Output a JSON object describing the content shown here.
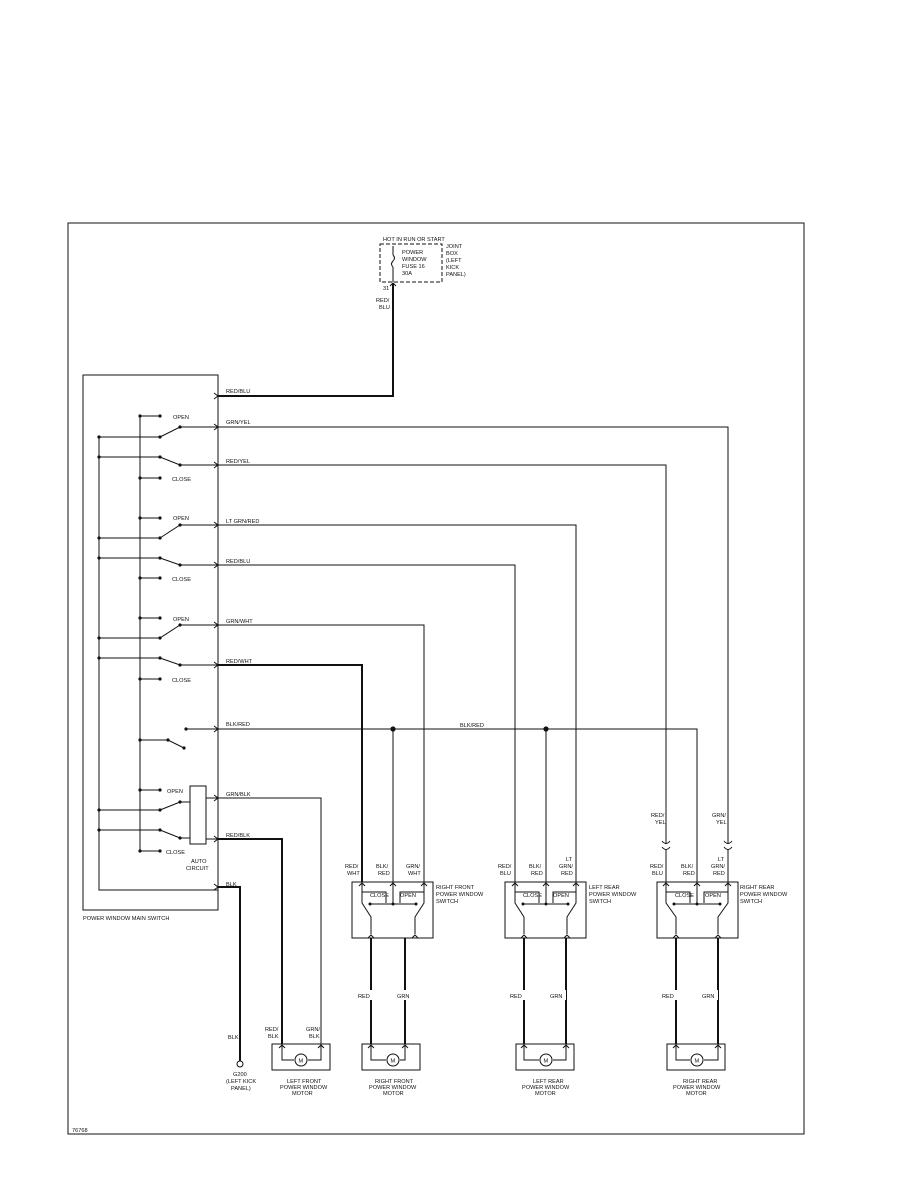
{
  "figure_id": "76768",
  "fuse": {
    "supply": "HOT IN RUN OR START",
    "label": [
      "POWER",
      "WINDOW",
      "FUSE 16",
      "30A"
    ],
    "location": [
      "JOINT",
      "BOX",
      "(LEFT",
      "KICK",
      "PANEL)"
    ],
    "pin": "31"
  },
  "supply_wire": [
    "RED/",
    "BLU"
  ],
  "main_switch": {
    "name": "POWER WINDOW MAIN SWITCH",
    "auto_circuit": [
      "AUTO",
      "CIRCUIT"
    ],
    "contacts": {
      "open": "OPEN",
      "close": "CLOSE"
    },
    "wires": [
      "RED/BLU",
      "GRN/YEL",
      "RED/YEL",
      "LT GRN/RED",
      "RED/BLU",
      "GRN/WHT",
      "RED/WHT",
      "BLK/RED",
      "GRN/BLK",
      "RED/BLK",
      "BLK"
    ]
  },
  "splice_wire": "BLK/RED",
  "rear_connector_labels": {
    "rr_left": [
      "RED/",
      "YEL"
    ],
    "rr_right": [
      "GRN/",
      "YEL"
    ]
  },
  "ground": {
    "id": "G200",
    "location": [
      "(LEFT KICK",
      "PANEL)"
    ],
    "wire": "BLK"
  },
  "left_front_motor": {
    "wires": [
      [
        "RED/",
        "BLK"
      ],
      [
        "GRN/",
        "BLK"
      ]
    ],
    "name": [
      "LEFT FRONT",
      "POWER WINDOW",
      "MOTOR"
    ]
  },
  "switches": [
    {
      "pins": [
        [
          "RED/",
          "WHT"
        ],
        [
          "BLK/",
          "RED"
        ],
        [
          "GRN/",
          "WHT"
        ]
      ],
      "close": "CLOSE",
      "open": "OPEN",
      "name": [
        "RIGHT FRONT",
        "POWER WINDOW",
        "SWITCH"
      ]
    },
    {
      "pins": [
        [
          "RED/",
          "BLU"
        ],
        [
          "BLK/",
          "RED"
        ],
        [
          "LT",
          "GRN/",
          "RED"
        ]
      ],
      "close": "CLOSE",
      "open": "OPEN",
      "name": [
        "LEFT REAR",
        "POWER WINDOW",
        "SWITCH"
      ]
    },
    {
      "pins": [
        [
          "RED/",
          "BLU"
        ],
        [
          "BLK/",
          "RED"
        ],
        [
          "LT",
          "GRN/",
          "RED"
        ]
      ],
      "close": "CLOSE",
      "open": "OPEN",
      "name": [
        "RIGHT REAR",
        "POWER WINDOW",
        "SWITCH"
      ]
    }
  ],
  "motors": [
    {
      "wires": [
        "RED",
        "GRN"
      ],
      "name": [
        "RIGHT FRONT",
        "POWER WINDOW",
        "MOTOR"
      ]
    },
    {
      "wires": [
        "RED",
        "GRN"
      ],
      "name": [
        "LEFT REAR",
        "POWER WINDOW",
        "MOTOR"
      ]
    },
    {
      "wires": [
        "RED",
        "GRN"
      ],
      "name": [
        "RIGHT REAR",
        "POWER WINDOW",
        "MOTOR"
      ]
    }
  ],
  "motor_symbol": "M"
}
